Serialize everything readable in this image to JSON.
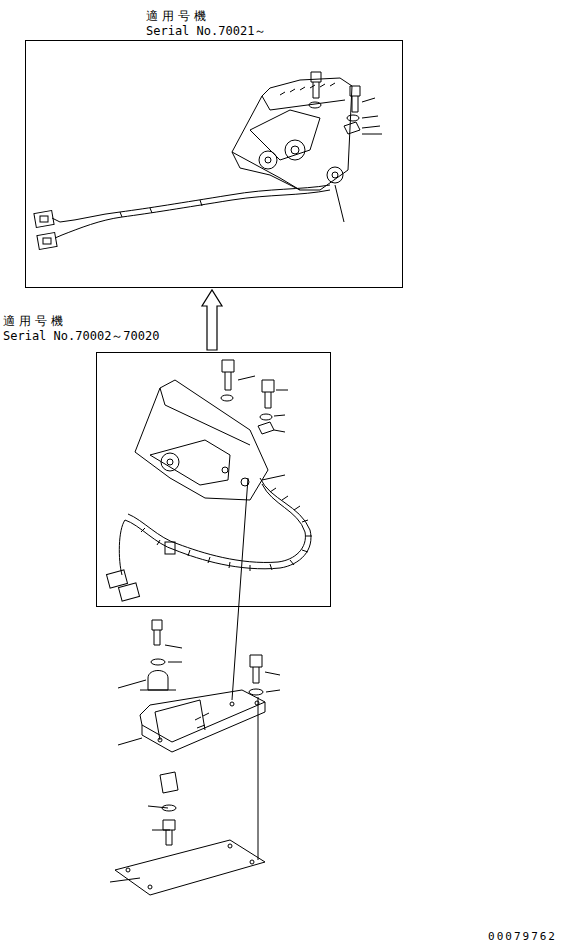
{
  "diagram": {
    "nodes": [
      {
        "text": [
          "適用号機",
          "Serial No.70021～"
        ]
      },
      {
        "text": [
          "適用号機",
          "Serial No.70002～70020"
        ]
      }
    ],
    "edges": [
      {
        "from": 1,
        "to": 0,
        "arrow": "to"
      }
    ],
    "labels": [
      "00079762"
    ]
  }
}
